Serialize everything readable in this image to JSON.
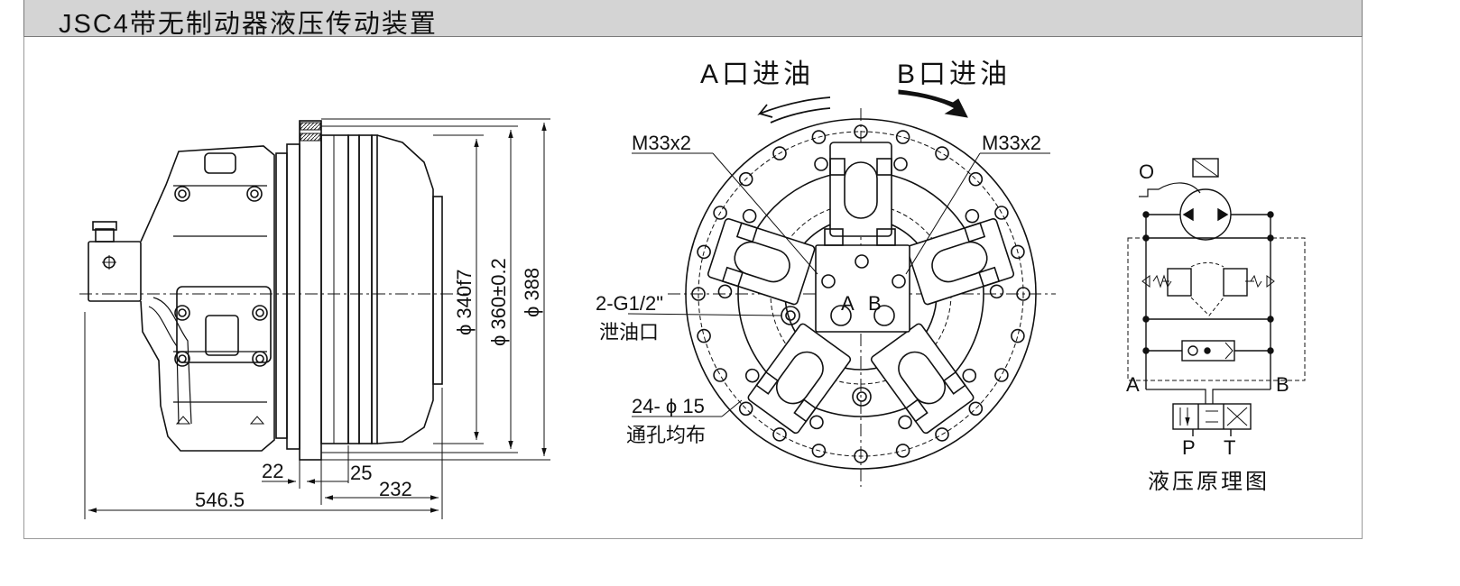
{
  "title": "JSC4带无制动器液压传动装置",
  "side_view": {
    "dims": {
      "d340": "ϕ 340f7",
      "d360": "ϕ 360±0.2",
      "d388": "ϕ 388",
      "l22": "22",
      "l25": "25",
      "l232": "232",
      "l5465": "546.5"
    }
  },
  "front_view": {
    "inlet_a": "A口进油",
    "inlet_b": "B口进油",
    "thread_left": "M33x2",
    "thread_right": "M33x2",
    "drain_spec": "2-G1/2\"",
    "drain_label": "泄油口",
    "holes_spec": "24- ϕ 15",
    "holes_label": "通孔均布",
    "port_a": "A",
    "port_b": "B"
  },
  "schematic": {
    "port_o": "O",
    "port_a": "A",
    "port_b": "B",
    "port_p": "P",
    "port_t": "T",
    "caption": "液压原理图"
  }
}
